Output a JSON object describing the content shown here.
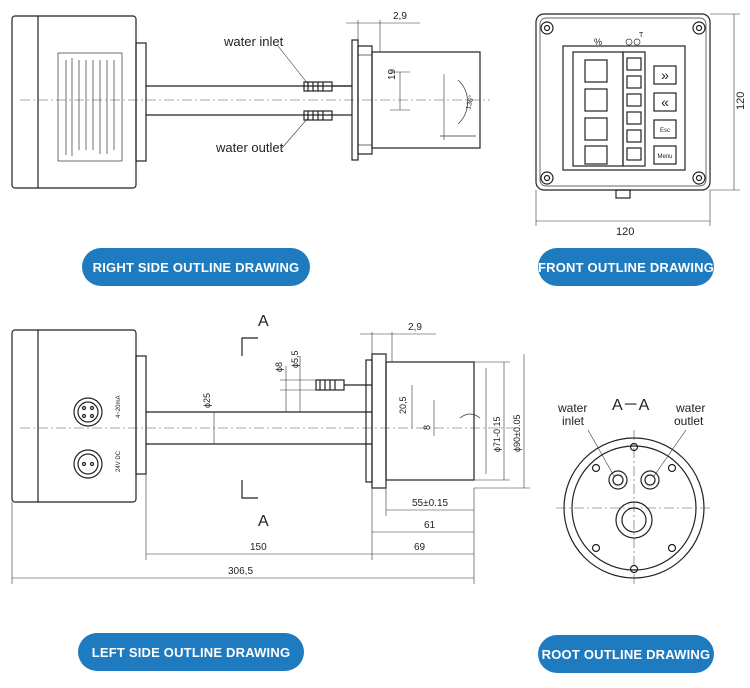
{
  "buttons": {
    "right_side": "RIGHT SIDE OUTLINE DRAWING",
    "front": "FRONT OUTLINE DRAWING",
    "left_side": "LEFT SIDE OUTLINE DRAWING",
    "root": "ROOT OUTLINE DRAWING"
  },
  "right_side": {
    "water_inlet": "water inlet",
    "water_outlet": "water outlet",
    "dim_top": "2,9",
    "dim_vertical": "19",
    "angle": "136°"
  },
  "front": {
    "width": "120",
    "height": "120",
    "key_up": "»",
    "key_down": "«",
    "key_esc": "Esc",
    "key_menu": "Menu",
    "indicator_pct": "%",
    "indicator_t": "T"
  },
  "left_side": {
    "section_label_top": "A",
    "section_label_bottom": "A",
    "dim_flange": "2,9",
    "dim_d8": "ϕ8",
    "dim_55": "ϕ5,5",
    "dim_d25": "ϕ25",
    "dim_20_5": "20,5",
    "dim_8": "8",
    "dim_d71": "ϕ71-0.15",
    "dim_d90": "ϕ90±0.05",
    "dim_55_015": "55±0.15",
    "dim_61": "61",
    "dim_150": "150",
    "dim_69": "69",
    "dim_306": "306,5",
    "label_4_20": "4~20mA",
    "label_24v": "24V DC"
  },
  "root": {
    "title": "A－A",
    "water_inlet_line1": "water",
    "water_inlet_line2": "inlet",
    "water_outlet_line1": "water",
    "water_outlet_line2": "outlet"
  }
}
